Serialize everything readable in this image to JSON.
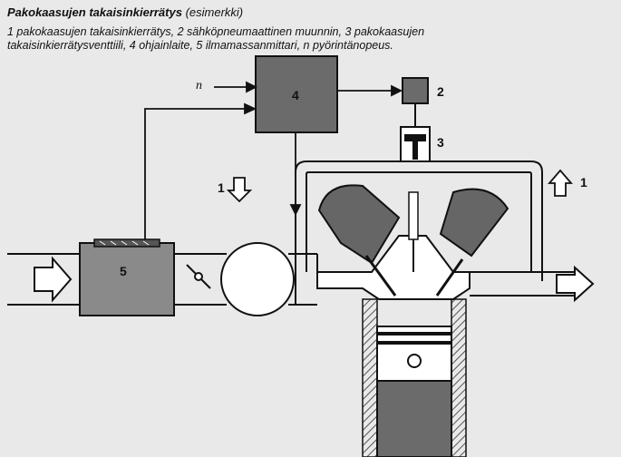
{
  "caption": {
    "title": "Pakokaasujen takaisinkierrätys",
    "title_suffix": "(esimerkki)",
    "lines": [
      "1 pakokaasujen takaisinkierrätys, 2 sähköpneumaattinen muunnin, 3 pakokaasujen",
      "takaisinkierrätysventtiili, 4 ohjainlaite, 5 ilmamassanmittari, n pyörintänopeus."
    ]
  },
  "labels": {
    "egr_flow": "1",
    "converter": "2",
    "egr_valve": "3",
    "control_unit": "4",
    "air_mass_meter": "5",
    "speed_input": "n",
    "egr_flow_return": "1"
  },
  "colors": {
    "paper": "#e9e9e9",
    "ink": "#111111",
    "box_fill": "#6b6b6b",
    "meter_fill": "#8a8a8a"
  }
}
